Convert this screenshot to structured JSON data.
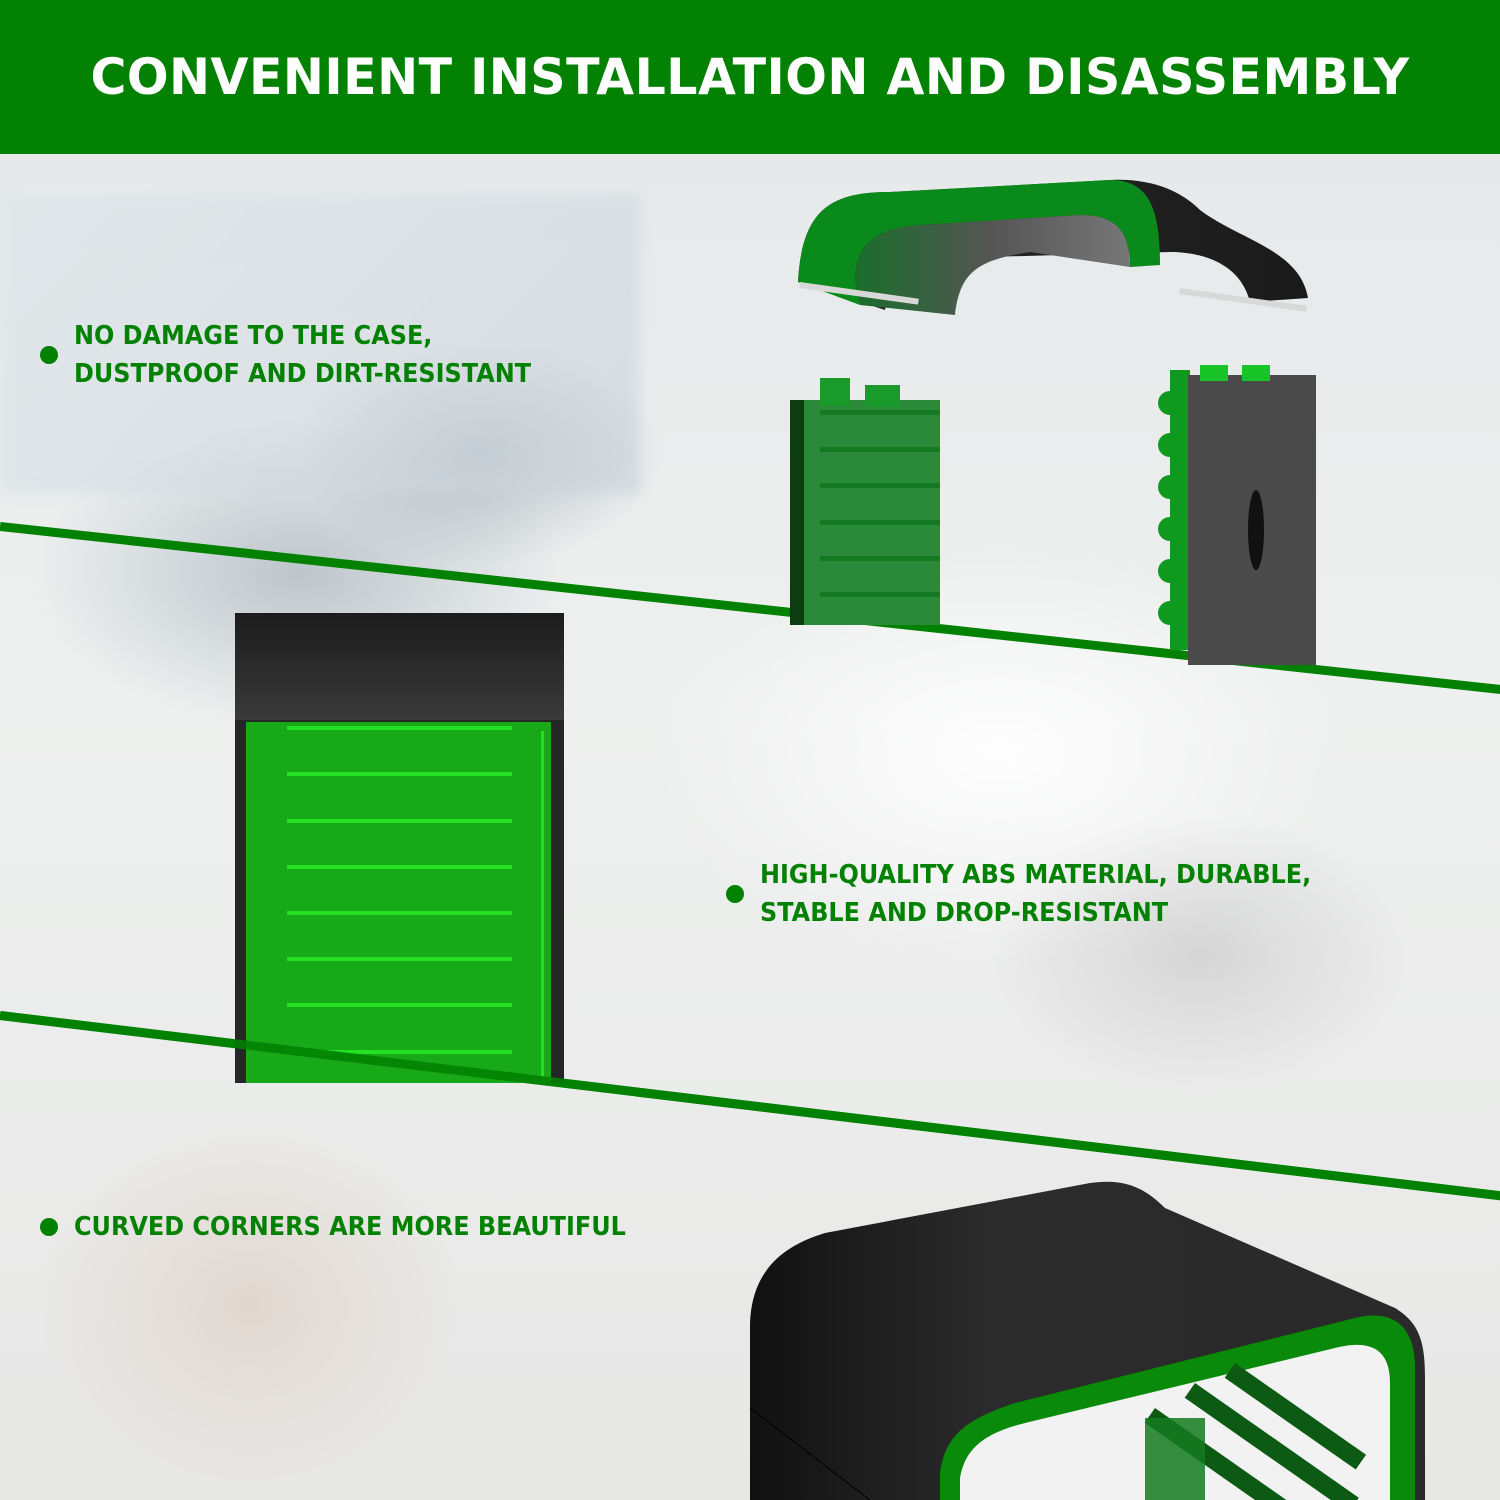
{
  "theme": {
    "brand": "#028102",
    "bright_green": "#14b814",
    "black": "#1c1c1c"
  },
  "banner": {
    "title": "CONVENIENT INSTALLATION AND DISASSEMBLY"
  },
  "features": [
    {
      "line1": "NO DAMAGE TO THE CASE,",
      "line2": "DUSTPROOF AND DIRT-RESISTANT"
    },
    {
      "line1": "HIGH-QUALITY ABS MATERIAL, DURABLE,",
      "line2": "STABLE AND DROP-RESISTANT"
    },
    {
      "line1": "CURVED CORNERS ARE MORE BEAUTIFUL",
      "line2": ""
    }
  ],
  "images": {
    "exploded": "exploded-view-of-storage-stand",
    "front": "front-view-of-game-disc-slots",
    "corner": "curved-corner-close-up"
  }
}
